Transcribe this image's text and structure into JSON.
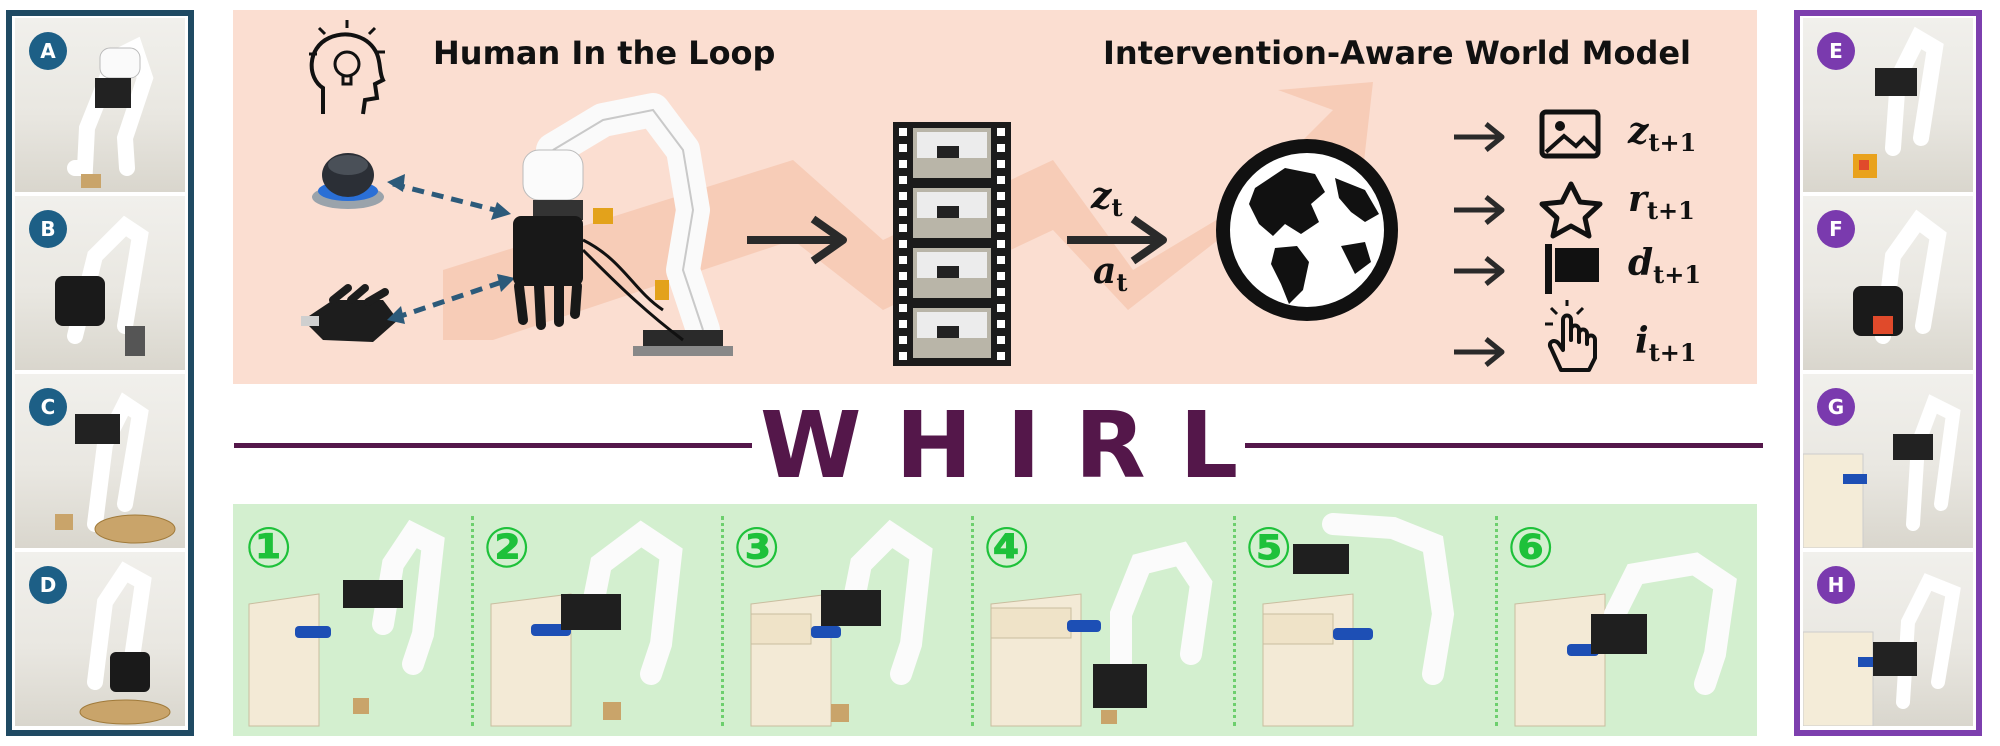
{
  "left_panel": {
    "labels": [
      "A",
      "B",
      "C",
      "D"
    ]
  },
  "right_panel": {
    "labels": [
      "E",
      "F",
      "G",
      "H"
    ]
  },
  "top": {
    "human_heading": "Human In the Loop",
    "model_heading": "Intervention-Aware World Model",
    "input_z": "z",
    "input_z_sub": "t",
    "input_a": "a",
    "input_a_sub": "t",
    "outputs": [
      {
        "var": "z",
        "sub": "t+1",
        "icon": "image-icon"
      },
      {
        "var": "r",
        "sub": "t+1",
        "icon": "star-icon"
      },
      {
        "var": "d",
        "sub": "t+1",
        "icon": "flag-icon"
      },
      {
        "var": "i",
        "sub": "t+1",
        "icon": "tap-hand-icon"
      }
    ]
  },
  "title": "WHIRL",
  "steps": [
    "①",
    "②",
    "③",
    "④",
    "⑤",
    "⑥"
  ],
  "colors": {
    "left_border": "#1f4a63",
    "right_border": "#7d3fae",
    "top_bg": "#fbded1",
    "bottom_bg": "#d3efcf",
    "title": "#54174a",
    "step_number": "#1ec13a"
  }
}
